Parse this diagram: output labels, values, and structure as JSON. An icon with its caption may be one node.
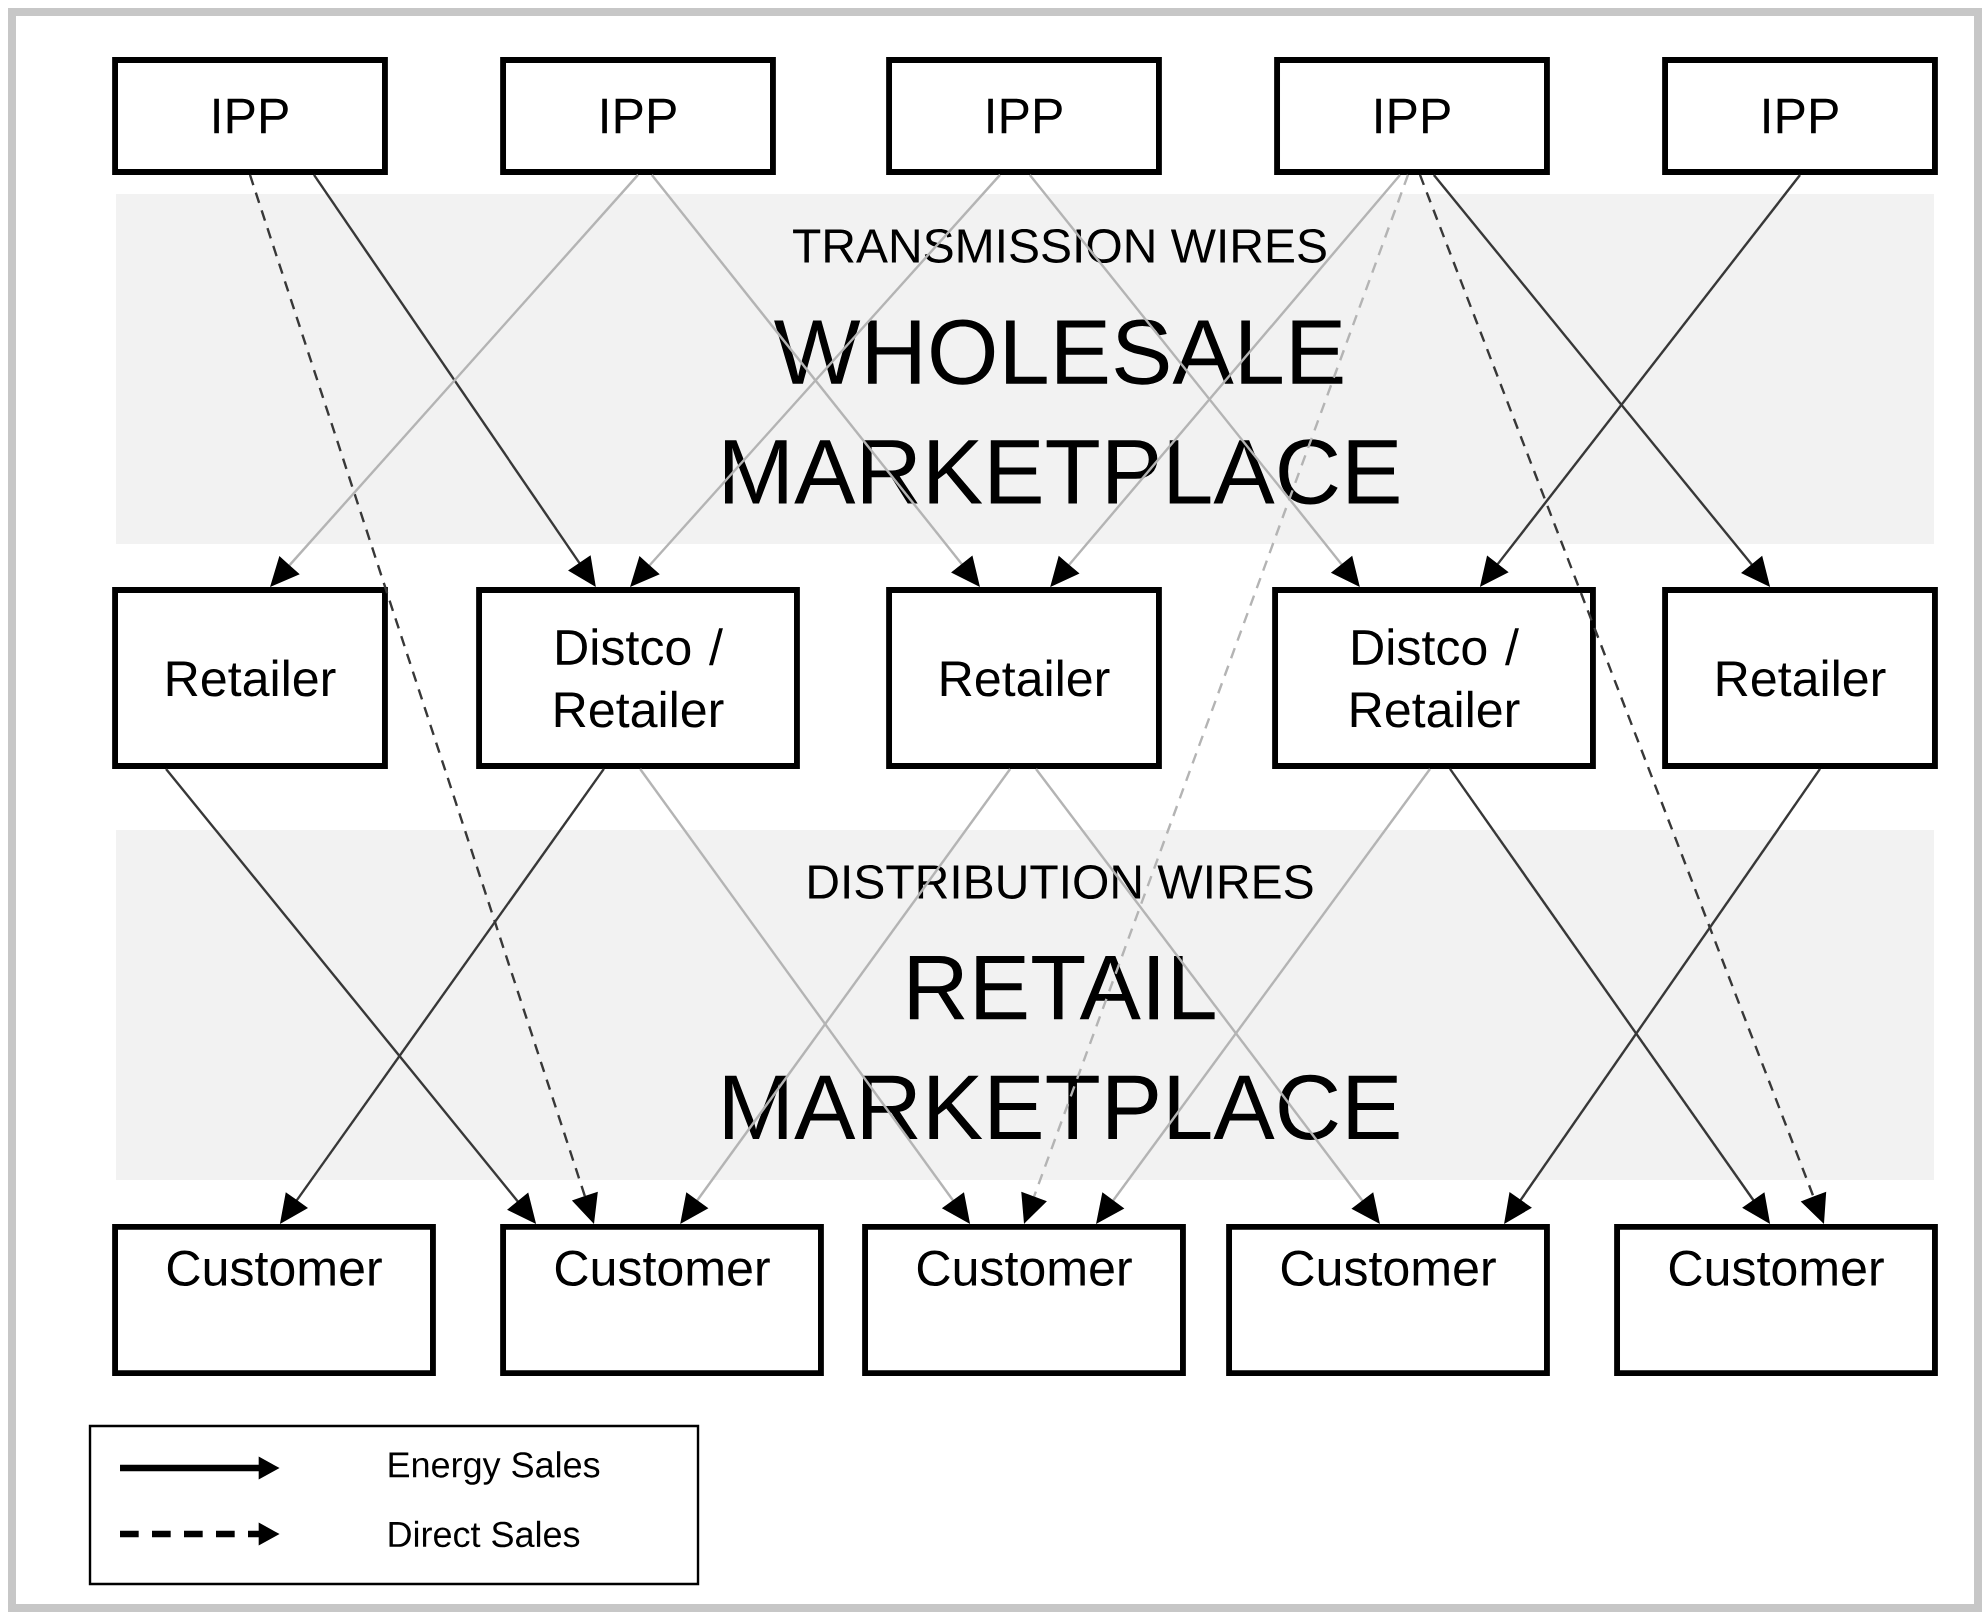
{
  "diagram": {
    "nodes": [
      {
        "text": [
          "IPP"
        ]
      },
      {
        "text": [
          "IPP"
        ]
      },
      {
        "text": [
          "IPP"
        ]
      },
      {
        "text": [
          "IPP"
        ]
      },
      {
        "text": [
          "IPP"
        ]
      },
      {
        "text": [
          "Retailer"
        ]
      },
      {
        "text": [
          "Distco / Retailer"
        ]
      },
      {
        "text": [
          "Retailer"
        ]
      },
      {
        "text": [
          "Distco / Retailer"
        ]
      },
      {
        "text": [
          "Retailer"
        ]
      },
      {
        "text": [
          "Customer"
        ]
      },
      {
        "text": [
          "Customer"
        ]
      },
      {
        "text": [
          "Customer"
        ]
      },
      {
        "text": [
          "Customer"
        ]
      },
      {
        "text": [
          "Customer"
        ]
      }
    ],
    "edges": [
      {
        "from": 0,
        "to": 6,
        "arrow": "to",
        "color": "#383838"
      },
      {
        "from": 0,
        "to": 11,
        "arrow": "to",
        "style": "dashed",
        "color": "#383838"
      },
      {
        "from": 1,
        "to": 5,
        "arrow": "to"
      },
      {
        "from": 1,
        "to": 7,
        "arrow": "to"
      },
      {
        "from": 2,
        "to": 6,
        "arrow": "to"
      },
      {
        "from": 2,
        "to": 8,
        "arrow": "to"
      },
      {
        "from": 3,
        "to": 7,
        "arrow": "to"
      },
      {
        "from": 3,
        "to": 12,
        "arrow": "to",
        "style": "dashed"
      },
      {
        "from": 3,
        "to": 14,
        "arrow": "to",
        "style": "dashed",
        "color": "#383838"
      },
      {
        "from": 3,
        "to": 9,
        "arrow": "to",
        "color": "#383838"
      },
      {
        "from": 4,
        "to": 8,
        "arrow": "to",
        "color": "#383838"
      },
      {
        "from": 5,
        "to": 11,
        "arrow": "to",
        "color": "#383838"
      },
      {
        "from": 6,
        "to": 10,
        "arrow": "to",
        "color": "#383838"
      },
      {
        "from": 6,
        "to": 12,
        "arrow": "to"
      },
      {
        "from": 7,
        "to": 11,
        "arrow": "to"
      },
      {
        "from": 7,
        "to": 13,
        "arrow": "to"
      },
      {
        "from": 8,
        "to": 12,
        "arrow": "to"
      },
      {
        "from": 8,
        "to": 14,
        "arrow": "to",
        "color": "#383838"
      },
      {
        "from": 9,
        "to": 13,
        "arrow": "to",
        "color": "#383838"
      }
    ],
    "labels": [
      "TRANSMISSION WIRES",
      "WHOLESALE MARKETPLACE",
      "DISTRIBUTION WIRES",
      "RETAIL MARKETPLACE"
    ],
    "legend": [
      {
        "text": "Energy Sales"
      },
      {
        "text": "Direct Sales"
      }
    ]
  }
}
